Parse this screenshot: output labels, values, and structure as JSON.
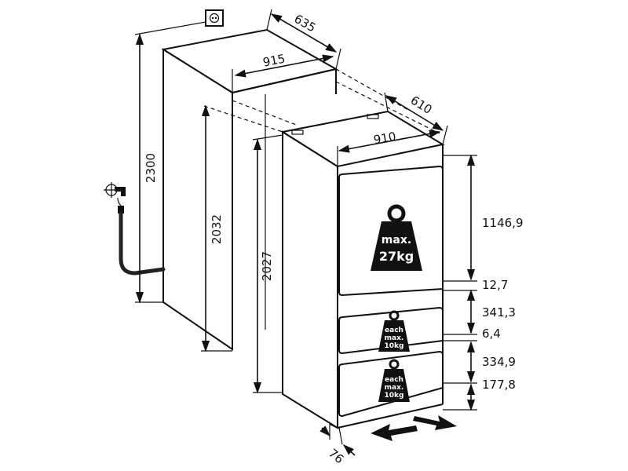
{
  "dimensions": {
    "niche_depth": "635",
    "niche_width": "915",
    "niche_height_total": "2300",
    "niche_height_inner": "2032",
    "appliance_depth": "610",
    "appliance_width": "910",
    "appliance_height": "2027",
    "upper_door_height": "1146,9",
    "gap_1": "12,7",
    "drawer_1_height": "341,3",
    "gap_2": "6,4",
    "drawer_2_height": "334,9",
    "plinth_height": "177,8",
    "door_offset": "76"
  },
  "weights": {
    "door_line1": "max.",
    "door_line2": "27kg",
    "drawer1_line1": "each",
    "drawer1_line2": "max.",
    "drawer1_line3": "10kg",
    "drawer2_line1": "each",
    "drawer2_line2": "max.",
    "drawer2_line3": "10kg"
  }
}
